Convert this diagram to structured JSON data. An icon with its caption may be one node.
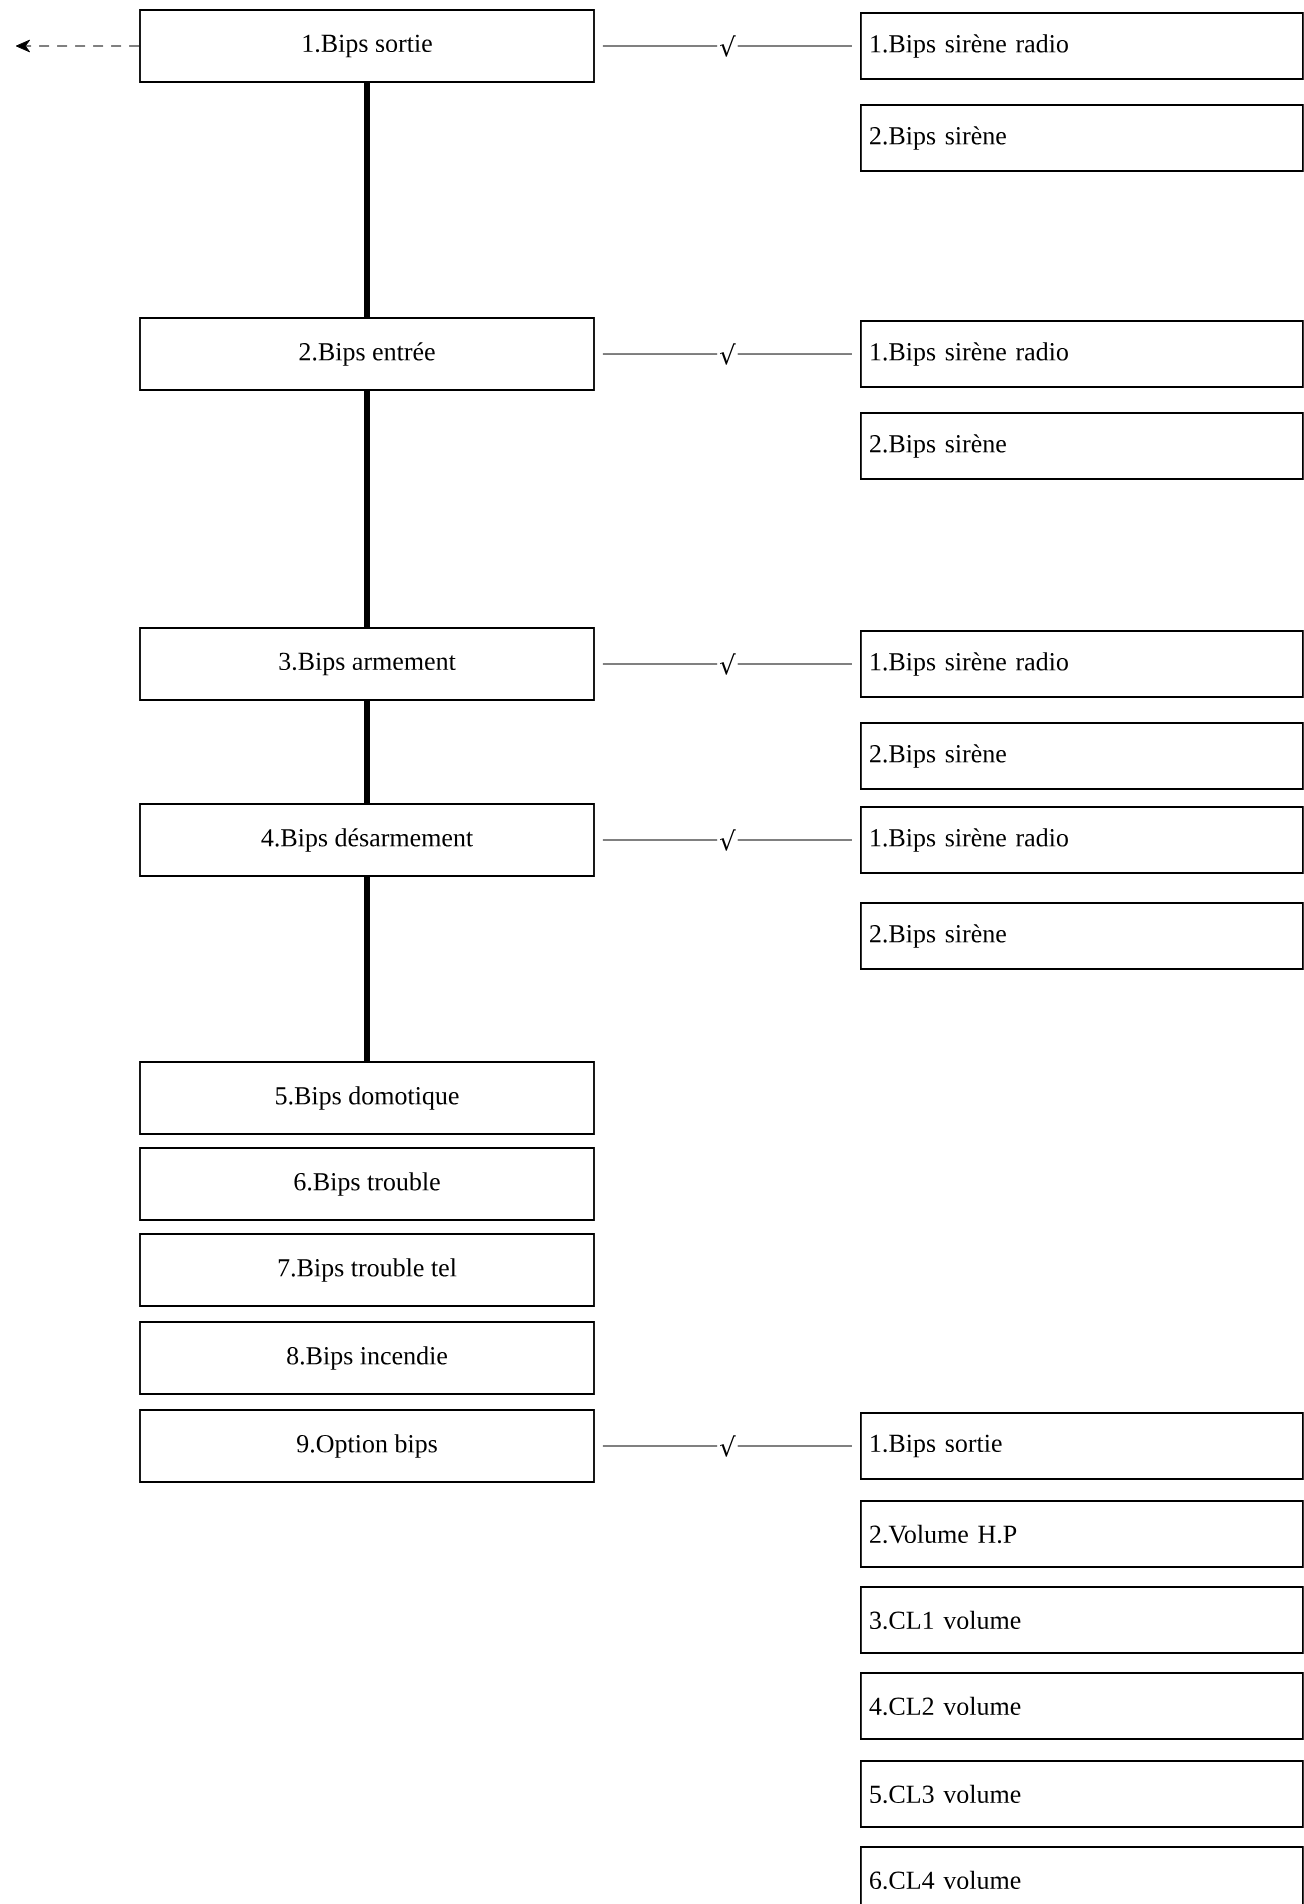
{
  "diagram": {
    "nodes": [
      {
        "text": [
          "1.Bips sortie"
        ]
      },
      {
        "text": [
          "1.Bips sirène radio"
        ]
      },
      {
        "text": [
          "2.Bips sirène"
        ]
      },
      {
        "text": [
          "2.Bips entrée"
        ]
      },
      {
        "text": [
          "1.Bips sirène radio"
        ]
      },
      {
        "text": [
          "2.Bips sirène"
        ]
      },
      {
        "text": [
          "3.Bips armement"
        ]
      },
      {
        "text": [
          "1.Bips sirène radio"
        ]
      },
      {
        "text": [
          "2.Bips sirène"
        ]
      },
      {
        "text": [
          "4.Bips désarmement"
        ]
      },
      {
        "text": [
          "1.Bips sirène radio"
        ]
      },
      {
        "text": [
          "2.Bips sirène"
        ]
      },
      {
        "text": [
          "5.Bips domotique"
        ]
      },
      {
        "text": [
          "6.Bips trouble"
        ]
      },
      {
        "text": [
          "7.Bips trouble tel"
        ]
      },
      {
        "text": [
          "8.Bips incendie"
        ]
      },
      {
        "text": [
          "9.Option bips"
        ]
      },
      {
        "text": [
          "1.Bips sortie"
        ]
      },
      {
        "text": [
          "2.Volume H.P"
        ]
      },
      {
        "text": [
          "3.CL1 volume"
        ]
      },
      {
        "text": [
          "4.CL2 volume"
        ]
      },
      {
        "text": [
          "5.CL3 volume"
        ]
      },
      {
        "text": [
          "6.CL4 volume"
        ]
      }
    ],
    "edges": [
      {
        "from": 0,
        "to": null,
        "arrow": "to",
        "style": "dashed"
      },
      {
        "from": 0,
        "to": 1,
        "arrow": "none",
        "label": "√"
      },
      {
        "from": 0,
        "to": 3,
        "arrow": "none",
        "style": "thick"
      },
      {
        "from": 3,
        "to": 4,
        "arrow": "none",
        "label": "√"
      },
      {
        "from": 3,
        "to": 6,
        "arrow": "none",
        "style": "thick"
      },
      {
        "from": 6,
        "to": 7,
        "arrow": "none",
        "label": "√"
      },
      {
        "from": 6,
        "to": 9,
        "arrow": "none",
        "style": "thick"
      },
      {
        "from": 9,
        "to": 10,
        "arrow": "none",
        "label": "√"
      },
      {
        "from": 9,
        "to": 12,
        "arrow": "none",
        "style": "thick"
      },
      {
        "from": 16,
        "to": 17,
        "arrow": "none",
        "label": "√"
      }
    ]
  }
}
